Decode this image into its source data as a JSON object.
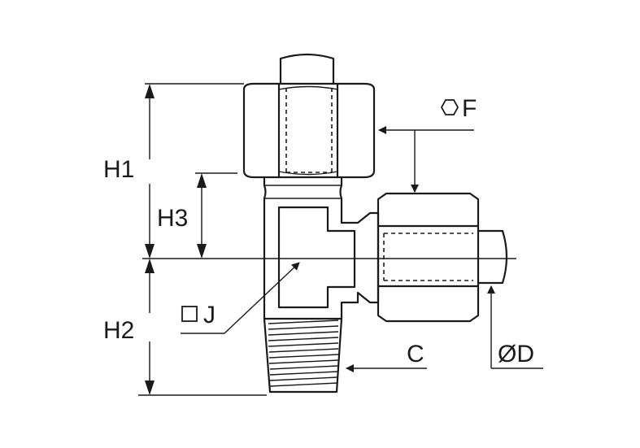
{
  "labels": {
    "h1": "H1",
    "h2": "H2",
    "h3": "H3",
    "j": "J",
    "f": "F",
    "c": "C",
    "d": "ØD"
  },
  "icons": {
    "square": "square-icon",
    "hexagon": "hexagon-icon"
  },
  "colors": {
    "line": "#1a1a1a",
    "background": "#ffffff"
  }
}
